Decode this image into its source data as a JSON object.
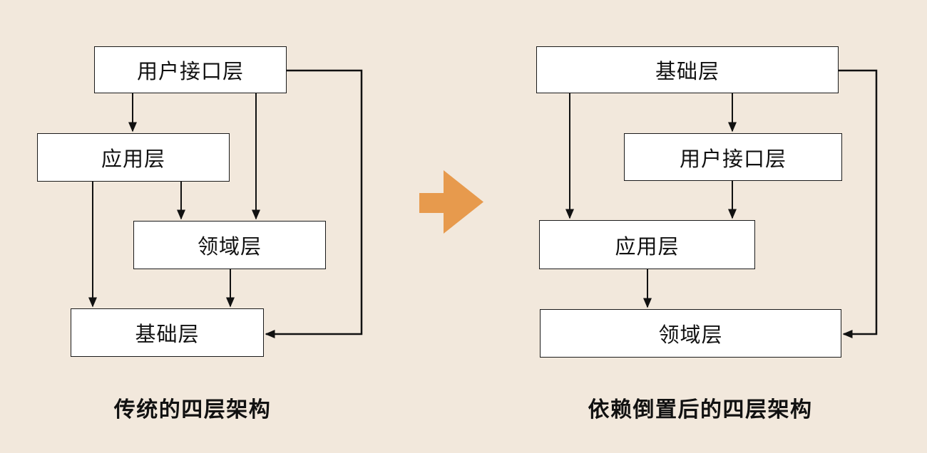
{
  "colors": {
    "background": "#F2E8DC",
    "box_fill": "#FFFFFF",
    "line": "#111111",
    "accent_orange": "#E79A4D"
  },
  "left_diagram": {
    "caption": "传统的四层架构",
    "boxes": [
      {
        "id": "ui",
        "label": "用户接口层"
      },
      {
        "id": "application",
        "label": "应用层"
      },
      {
        "id": "domain",
        "label": "领域层"
      },
      {
        "id": "infrastructure",
        "label": "基础层"
      }
    ],
    "edges": [
      {
        "from": "ui",
        "to": "application"
      },
      {
        "from": "ui",
        "to": "domain"
      },
      {
        "from": "application",
        "to": "domain"
      },
      {
        "from": "application",
        "to": "infrastructure"
      },
      {
        "from": "domain",
        "to": "infrastructure"
      },
      {
        "from": "ui",
        "to": "infrastructure",
        "route": "right-loop"
      }
    ]
  },
  "center_arrow": {
    "icon": "right-arrow",
    "color": "#E79A4D"
  },
  "right_diagram": {
    "caption": "依赖倒置后的四层架构",
    "boxes": [
      {
        "id": "infrastructure",
        "label": "基础层"
      },
      {
        "id": "ui",
        "label": "用户接口层"
      },
      {
        "id": "application",
        "label": "应用层"
      },
      {
        "id": "domain",
        "label": "领域层"
      }
    ],
    "edges": [
      {
        "from": "infrastructure",
        "to": "application"
      },
      {
        "from": "infrastructure",
        "to": "ui"
      },
      {
        "from": "ui",
        "to": "application"
      },
      {
        "from": "application",
        "to": "domain"
      },
      {
        "from": "infrastructure",
        "to": "domain",
        "route": "right-loop"
      }
    ]
  }
}
